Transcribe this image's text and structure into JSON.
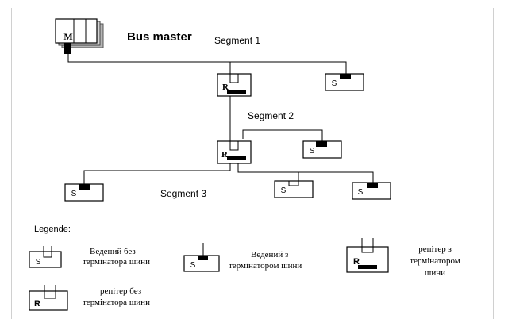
{
  "title": "Bus master",
  "segments": {
    "segment1": "Segment 1",
    "segment2": "Segment 2",
    "segment3": "Segment 3"
  },
  "device_letters": {
    "master": "M",
    "repeater": "R",
    "slave": "S"
  },
  "legend": {
    "heading": "Legende:",
    "items": [
      {
        "line1": "Ведений без",
        "line2": "термінатора шини",
        "line3": ""
      },
      {
        "line1": "Ведений з",
        "line2": "термінатором шини",
        "line3": ""
      },
      {
        "line1": "репітер з",
        "line2": "термінатором",
        "line3": "шини"
      },
      {
        "line1": "репітер без",
        "line2": "термінатора шини",
        "line3": ""
      }
    ]
  }
}
